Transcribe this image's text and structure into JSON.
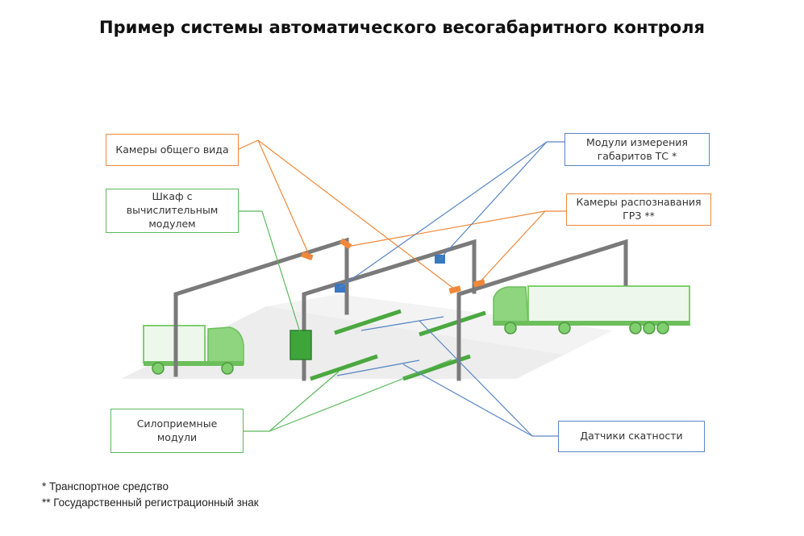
{
  "title": "Пример системы автоматического весогабаритного контроля",
  "labels": {
    "overview_cameras": "Камеры общего вида",
    "computer_cabinet": "Шкаф с вычислительным модулем",
    "dimension_modules": "Модули измерения габаритов ТС *",
    "plate_cameras": "Камеры распознавания ГРЗ **",
    "load_modules": "Силоприемные модули",
    "speed_sensors": "Датчики скатности"
  },
  "footnotes": [
    "*  Транспортное средство",
    "** Государственный регистрационный знак"
  ],
  "colors": {
    "orange": "#f0883a",
    "green": "#5cb85c",
    "blue": "#5a86c4",
    "gantry": "#7a7a7a",
    "truck": "#7fcf6e"
  }
}
